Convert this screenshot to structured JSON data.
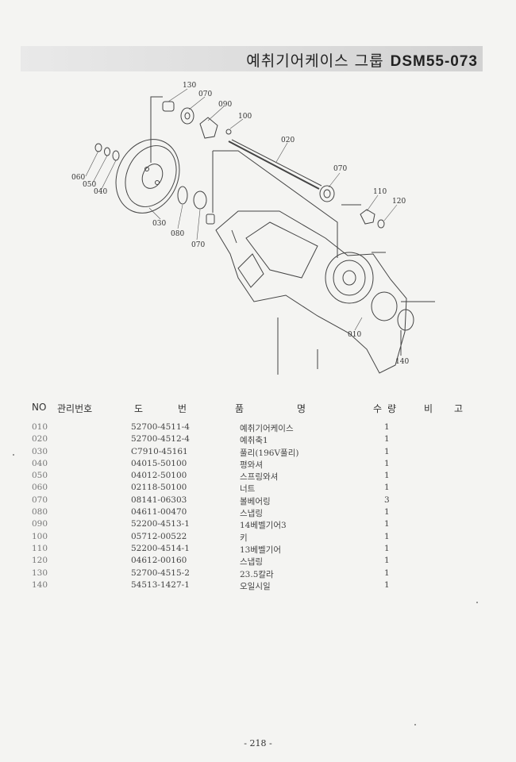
{
  "header": {
    "title": "예취기어케이스 그룹",
    "code": "DSM55-073"
  },
  "diagram": {
    "callouts": [
      "130",
      "070",
      "090",
      "100",
      "020",
      "060",
      "050",
      "040",
      "030",
      "080",
      "070",
      "070",
      "110",
      "120",
      "010",
      "140"
    ]
  },
  "table": {
    "headers": {
      "no": "NO",
      "mgmt_no": "관리번호",
      "drawing_no_1": "도",
      "drawing_no_2": "번",
      "part_name_1": "품",
      "part_name_2": "명",
      "qty_1": "수",
      "qty_2": "량",
      "remarks_1": "비",
      "remarks_2": "고"
    },
    "rows": [
      {
        "no": "010",
        "drawing": "52700-4511-4",
        "name": "예취기어케이스",
        "qty": "1"
      },
      {
        "no": "020",
        "drawing": "52700-4512-4",
        "name": "예취축1",
        "qty": "1"
      },
      {
        "no": "030",
        "drawing": "C7910-45161",
        "name": "풀리(196V풀리)",
        "qty": "1"
      },
      {
        "no": "040",
        "drawing": "04015-50100",
        "name": "평와셔",
        "qty": "1"
      },
      {
        "no": "050",
        "drawing": "04012-50100",
        "name": "스프링와셔",
        "qty": "1"
      },
      {
        "no": "060",
        "drawing": "02118-50100",
        "name": "너트",
        "qty": "1"
      },
      {
        "no": "070",
        "drawing": "08141-06303",
        "name": "볼베어링",
        "qty": "3"
      },
      {
        "no": "080",
        "drawing": "04611-00470",
        "name": "스냅링",
        "qty": "1"
      },
      {
        "no": "090",
        "drawing": "52200-4513-1",
        "name": "14베벨기어3",
        "qty": "1"
      },
      {
        "no": "100",
        "drawing": "05712-00522",
        "name": "키",
        "qty": "1"
      },
      {
        "no": "110",
        "drawing": "52200-4514-1",
        "name": "13베벨기어",
        "qty": "1"
      },
      {
        "no": "120",
        "drawing": "04612-00160",
        "name": "스냅링",
        "qty": "1"
      },
      {
        "no": "130",
        "drawing": "52700-4515-2",
        "name": "23.5칼라",
        "qty": "1"
      },
      {
        "no": "140",
        "drawing": "54513-1427-1",
        "name": "오일시일",
        "qty": "1"
      }
    ]
  },
  "footer": {
    "page": "- 218 -"
  }
}
